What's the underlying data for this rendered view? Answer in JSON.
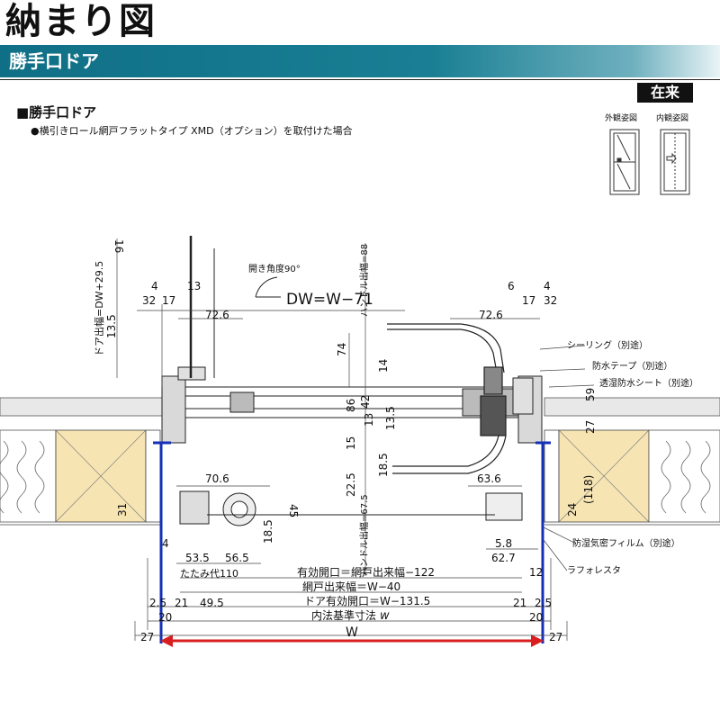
{
  "header": {
    "title": "納まり図",
    "band": "勝手口ドア"
  },
  "section": {
    "heading": "■勝手口ドア",
    "note": "●横引きロール網戸フラットタイプ XMD（オプション）を取付けた場合"
  },
  "badge": {
    "label": "在来",
    "outer_caption": "外観姿図",
    "inner_caption": "内観姿図"
  },
  "labels": {
    "angle": "開き角度90°",
    "dw": "DW=W−71",
    "door_width": "ドア出幅=DW+29.5",
    "handle_width_88": "ハンドル出幅=88",
    "handle_width_67": "ハンドル出幅=67.5",
    "sealing": "シーリング（別途）",
    "tape": "防水テープ（別途）",
    "sheet": "透湿防水シート（別途）",
    "film": "防湿気密フィルム（別途）",
    "lath": "ラフォレスタ",
    "tatami": "たたみ代110",
    "eff_open": "有効開口＝網戸出来幅−122",
    "screen_width": "網戸出来幅＝W−40",
    "door_eff": "ドア有効開口＝W−131.5",
    "inner_std": "内法基準寸法",
    "inner_w": "w",
    "big_w": "W"
  },
  "dims": {
    "d16": "16",
    "d4a": "4",
    "d32a": "32",
    "d17a": "17",
    "d13": "13",
    "d72a": "72.6",
    "d135a": "13.5",
    "d74": "74",
    "d14": "14",
    "d86": "86",
    "d42": "42",
    "d13b": "13",
    "d135b": "13.5",
    "d15": "15",
    "d185a": "18.5",
    "d225": "22.5",
    "d185b": "18.5",
    "d706": "70.6",
    "d636": "63.6",
    "d45": "45",
    "d6": "6",
    "d4b": "4",
    "d17b": "17",
    "d32b": "32",
    "d72b": "72.6",
    "d59": "59",
    "d27r": "27",
    "d118": "(118)",
    "d24": "24",
    "d31": "31",
    "d4c": "4",
    "d535": "53.5",
    "d565": "56.5",
    "d58": "5.8",
    "d627": "62.7",
    "d12": "12",
    "d25a": "2.5",
    "d21a": "21",
    "d495": "49.5",
    "d21b": "21",
    "d25b": "2.5",
    "d20a": "20",
    "d20b": "20",
    "d27a": "27",
    "d27b": "27"
  }
}
